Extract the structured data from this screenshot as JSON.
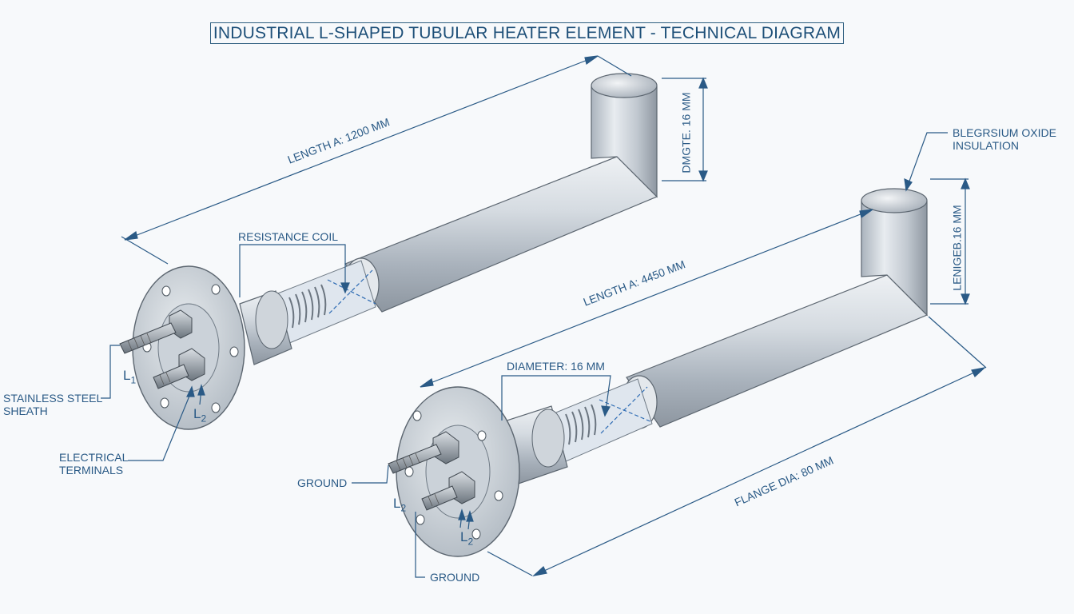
{
  "title": "INDUSTRIAL L-SHAPED TUBULAR HEATER ELEMENT - TECHNICAL DIAGRAM",
  "colors": {
    "line": "#2a5a86",
    "metal": "#c4cbd3",
    "background": "#f7f9fb"
  },
  "labels": {
    "length_a_top": "LENGTH A: 1200 MM",
    "dimension_top_vertical": "DMGTE. 16 MM",
    "resistance_coil": "RESISTANCE COIL",
    "insulation": "BLEGRSIUM OXIDE\nINSULATION",
    "length_a_bottom": "LENGTH A: 4450 MM",
    "length_b_vertical": "LENIGEB.16 MM",
    "diameter": "DIAMETER: 16 MM",
    "flange_dia": "FLANGE DIA: 80 MM",
    "sheath": "STAINLESS STEEL\nSHEATH",
    "terminals": "ELECTRICAL\nTERMINALS",
    "ground_1": "GROUND",
    "ground_2": "GROUND",
    "terminal_l1_top": "L",
    "terminal_l1_top_sub": "1",
    "terminal_l2_top": "L",
    "terminal_l2_top_sub": "2",
    "terminal_l2_bottom_left": "L",
    "terminal_l2_bottom_left_sub": "2",
    "terminal_l2_bottom": "L",
    "terminal_l2_bottom_sub": "2"
  }
}
